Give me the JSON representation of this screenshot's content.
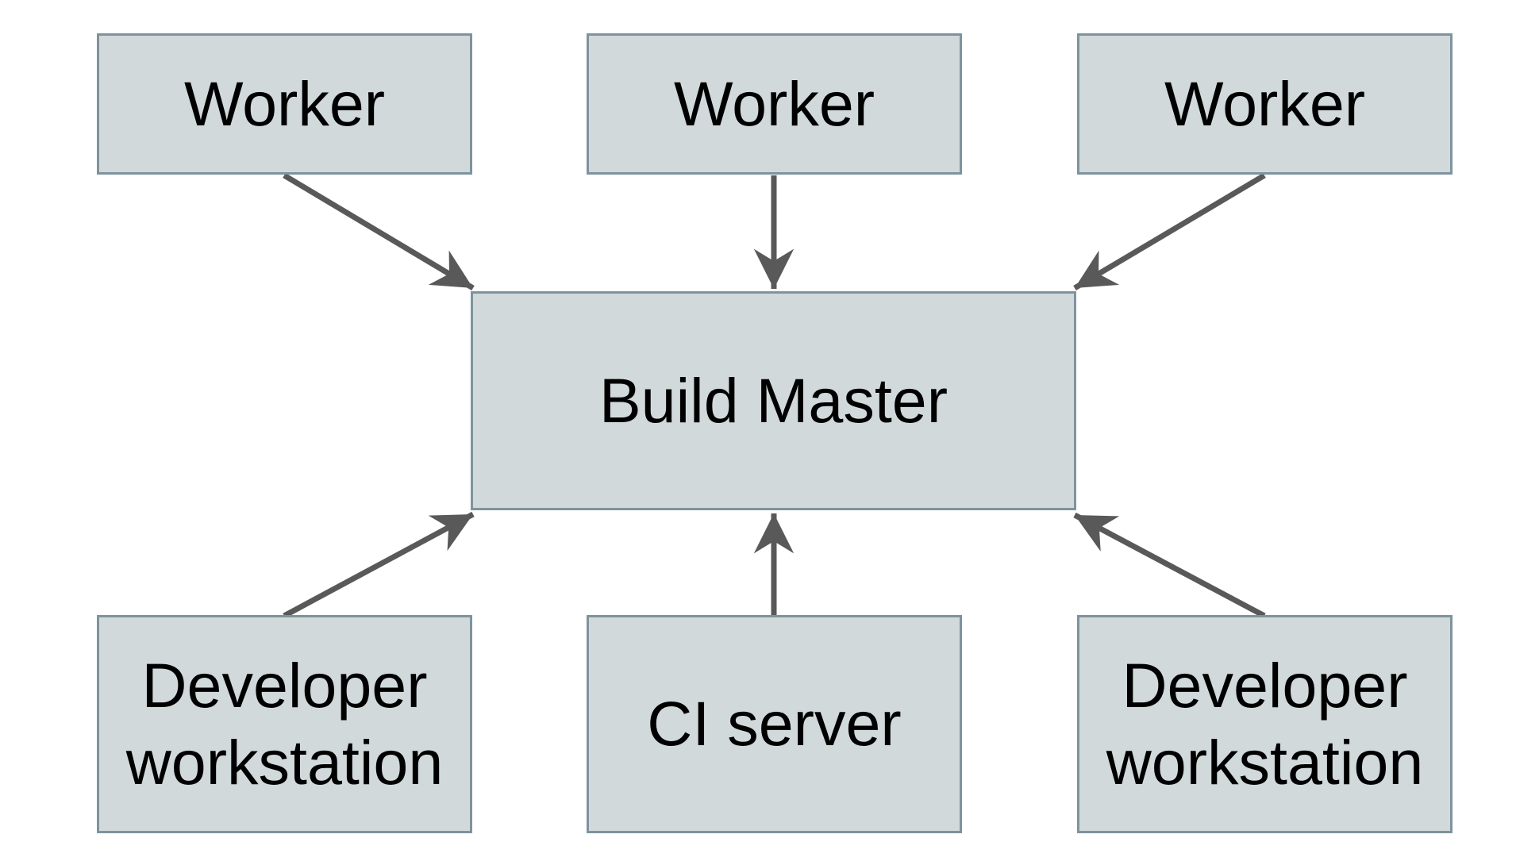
{
  "nodes": {
    "worker_left": {
      "label": "Worker"
    },
    "worker_middle": {
      "label": "Worker"
    },
    "worker_right": {
      "label": "Worker"
    },
    "build_master": {
      "label": "Build Master"
    },
    "developer_workstation_left": {
      "label": "Developer workstation"
    },
    "ci_server": {
      "label": "CI server"
    },
    "developer_workstation_right": {
      "label": "Developer workstation"
    }
  },
  "edges": [
    {
      "from": "worker_left",
      "to": "build_master"
    },
    {
      "from": "worker_middle",
      "to": "build_master"
    },
    {
      "from": "worker_right",
      "to": "build_master"
    },
    {
      "from": "developer_workstation_left",
      "to": "build_master"
    },
    {
      "from": "ci_server",
      "to": "build_master"
    },
    {
      "from": "developer_workstation_right",
      "to": "build_master"
    }
  ],
  "colors": {
    "background": "#ffffff",
    "node_fill": "#d1d9db",
    "node_border": "#7e939e",
    "arrow": "#595959",
    "text": "#000000"
  }
}
